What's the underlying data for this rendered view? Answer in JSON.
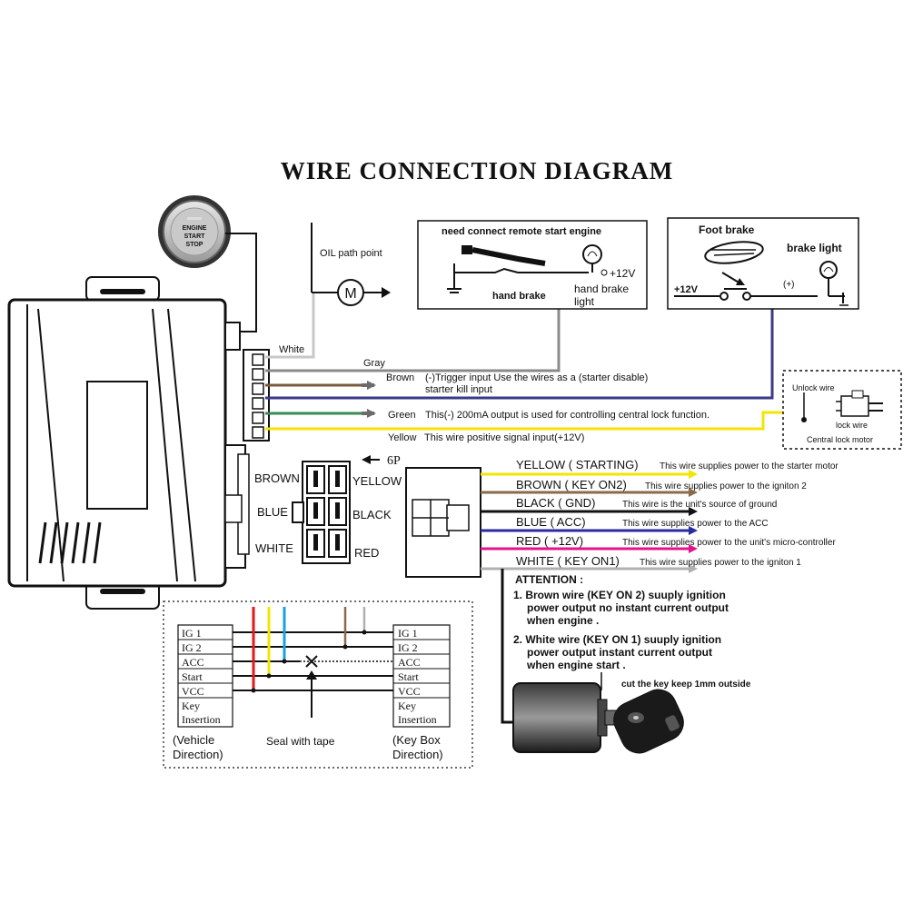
{
  "title": "WIRE CONNECTION DIAGRAM",
  "start_button": {
    "line1": "ENGINE",
    "line2": "START",
    "line3": "STOP"
  },
  "oil": {
    "label": "OIL path point",
    "motor": "M"
  },
  "hand_brake_box": {
    "title": "need connect remote start engine",
    "hand_brake": "hand brake",
    "volt": "+12V",
    "light_line1": "hand brake",
    "light_line2": "light"
  },
  "foot_brake_box": {
    "title": "Foot brake",
    "brake_light": "brake light",
    "volt": "+12V",
    "plus": "(+)"
  },
  "upper_wires": [
    {
      "name": "White",
      "note": ""
    },
    {
      "name": "Gray",
      "note": ""
    },
    {
      "name": "Brown",
      "note": "(-)Trigger input Use the wires as a (starter disable)",
      "note2": "starter kill input"
    },
    {
      "name": "Green",
      "note": "This(-) 200mA output is used for controlling central lock function."
    },
    {
      "name": "Yellow",
      "note": "This wire positive signal input(+12V)"
    }
  ],
  "central_lock": {
    "unlock": "Unlock wire",
    "lock": "lock wire",
    "motor": "Central lock motor"
  },
  "connector_6p": {
    "label": "6P",
    "left": [
      "BROWN",
      "BLUE",
      "WHITE"
    ],
    "right": [
      "YELLOW",
      "BLACK",
      "RED"
    ]
  },
  "power_wires": [
    {
      "name": "YELLOW ( STARTING)",
      "desc": "This wire supplies power to the starter motor",
      "color": "#f2e600"
    },
    {
      "name": "BROWN ( KEY ON2)",
      "desc": "This wire supplies power to the igniton 2",
      "color": "#8a6a4a"
    },
    {
      "name": "BLACK ( GND)",
      "desc": "This wire is the unit's source of ground",
      "color": "#111111"
    },
    {
      "name": "BLUE  ( ACC)",
      "desc": "This wire supplies power to the ACC",
      "color": "#2a2aa0"
    },
    {
      "name": "RED  ( +12V)",
      "desc": "This wire supplies power to the unit's micro-controller",
      "color": "#e0148c"
    },
    {
      "name": "WHITE ( KEY ON1)",
      "desc": "This wire supplies power to the igniton 1",
      "color": "#b0b0b0"
    }
  ],
  "attention": {
    "title": "ATTENTION :",
    "item1": [
      "1. Brown wire (KEY  ON 2) suuply ignition",
      "power output no instant current output",
      "when engine ."
    ],
    "item2": [
      "2. White wire (KEY  ON 1) suuply ignition",
      "power output  instant current output",
      "when engine start ."
    ]
  },
  "key_note": "cut the key keep 1mm outside",
  "ignition_table": {
    "left_rows": [
      "IG 1",
      "IG 2",
      "ACC",
      "Start",
      "VCC",
      "Key",
      "Insertion"
    ],
    "right_rows": [
      "IG 1",
      "IG 2",
      "ACC",
      "Start",
      "VCC",
      "Key",
      "Insertion"
    ],
    "left_caption": [
      "(Vehicle",
      "Direction)"
    ],
    "right_caption": [
      "(Key Box",
      "Direction)"
    ],
    "seal": "Seal with tape"
  }
}
